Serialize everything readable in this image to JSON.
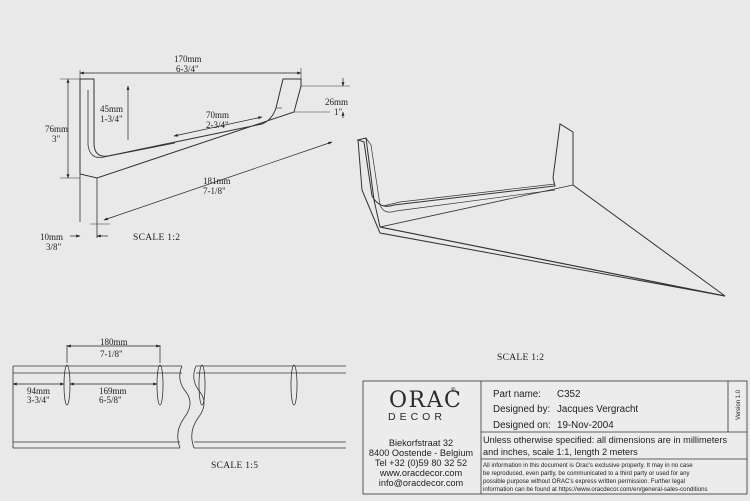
{
  "section_view": {
    "width": "170mm",
    "width_in": "6-3/4\"",
    "height": "76mm",
    "height_in": "3\"",
    "inner_height": "45mm",
    "inner_height_in": "1-3/4\"",
    "inner_flat": "70mm",
    "inner_flat_in": "2-3/4\"",
    "diagonal": "181mm",
    "diagonal_in": "7-1/8\"",
    "right_lip": "26mm",
    "right_lip_in": "1\"",
    "base_offset": "10mm",
    "base_offset_in": "3/8\"",
    "scale": "SCALE  1:2"
  },
  "iso_view": {
    "scale": "SCALE  1:2"
  },
  "plan_view": {
    "spacing": "180mm",
    "spacing_in": "7-1/8\"",
    "left_offset": "94mm",
    "left_offset_in": "3-3/4\"",
    "inner_spacing": "169mm",
    "inner_spacing_in": "6-5/8\"",
    "scale": "SCALE  1:5"
  },
  "title_block": {
    "logo_top": "ORAC",
    "logo_reg": "®",
    "logo_bottom": "DECOR",
    "address_1": "Biekorfstraat 32",
    "address_2": "8400 Oostende - Belgium",
    "phone": "Tel  +32 (0)59 80 32 52",
    "website": "www.oracdecor.com",
    "email": "info@oracdecor.com",
    "part_label": "Part name:",
    "part_value": "C352",
    "designer_label": "Designed by:",
    "designer_value": "Jacques Vergracht",
    "date_label": "Designed on:",
    "date_value": "19-Nov-2004",
    "version": "Version 1.0",
    "spec_line_1": "Unless otherwise specified: all dimensions are in millimeters",
    "spec_line_2": "and inches, scale 1:1, length 2 meters",
    "legal_1": "All information in this document is Orac's exclusive property.  It may in no case",
    "legal_2": "be reproduced, even partly, be communicated to a third party or used for any",
    "legal_3": "possible purpose without ORAC's express written permission. Further legal",
    "legal_4": "information can be found at https://www.oracdecor.com/en/general-sales-conditions"
  }
}
